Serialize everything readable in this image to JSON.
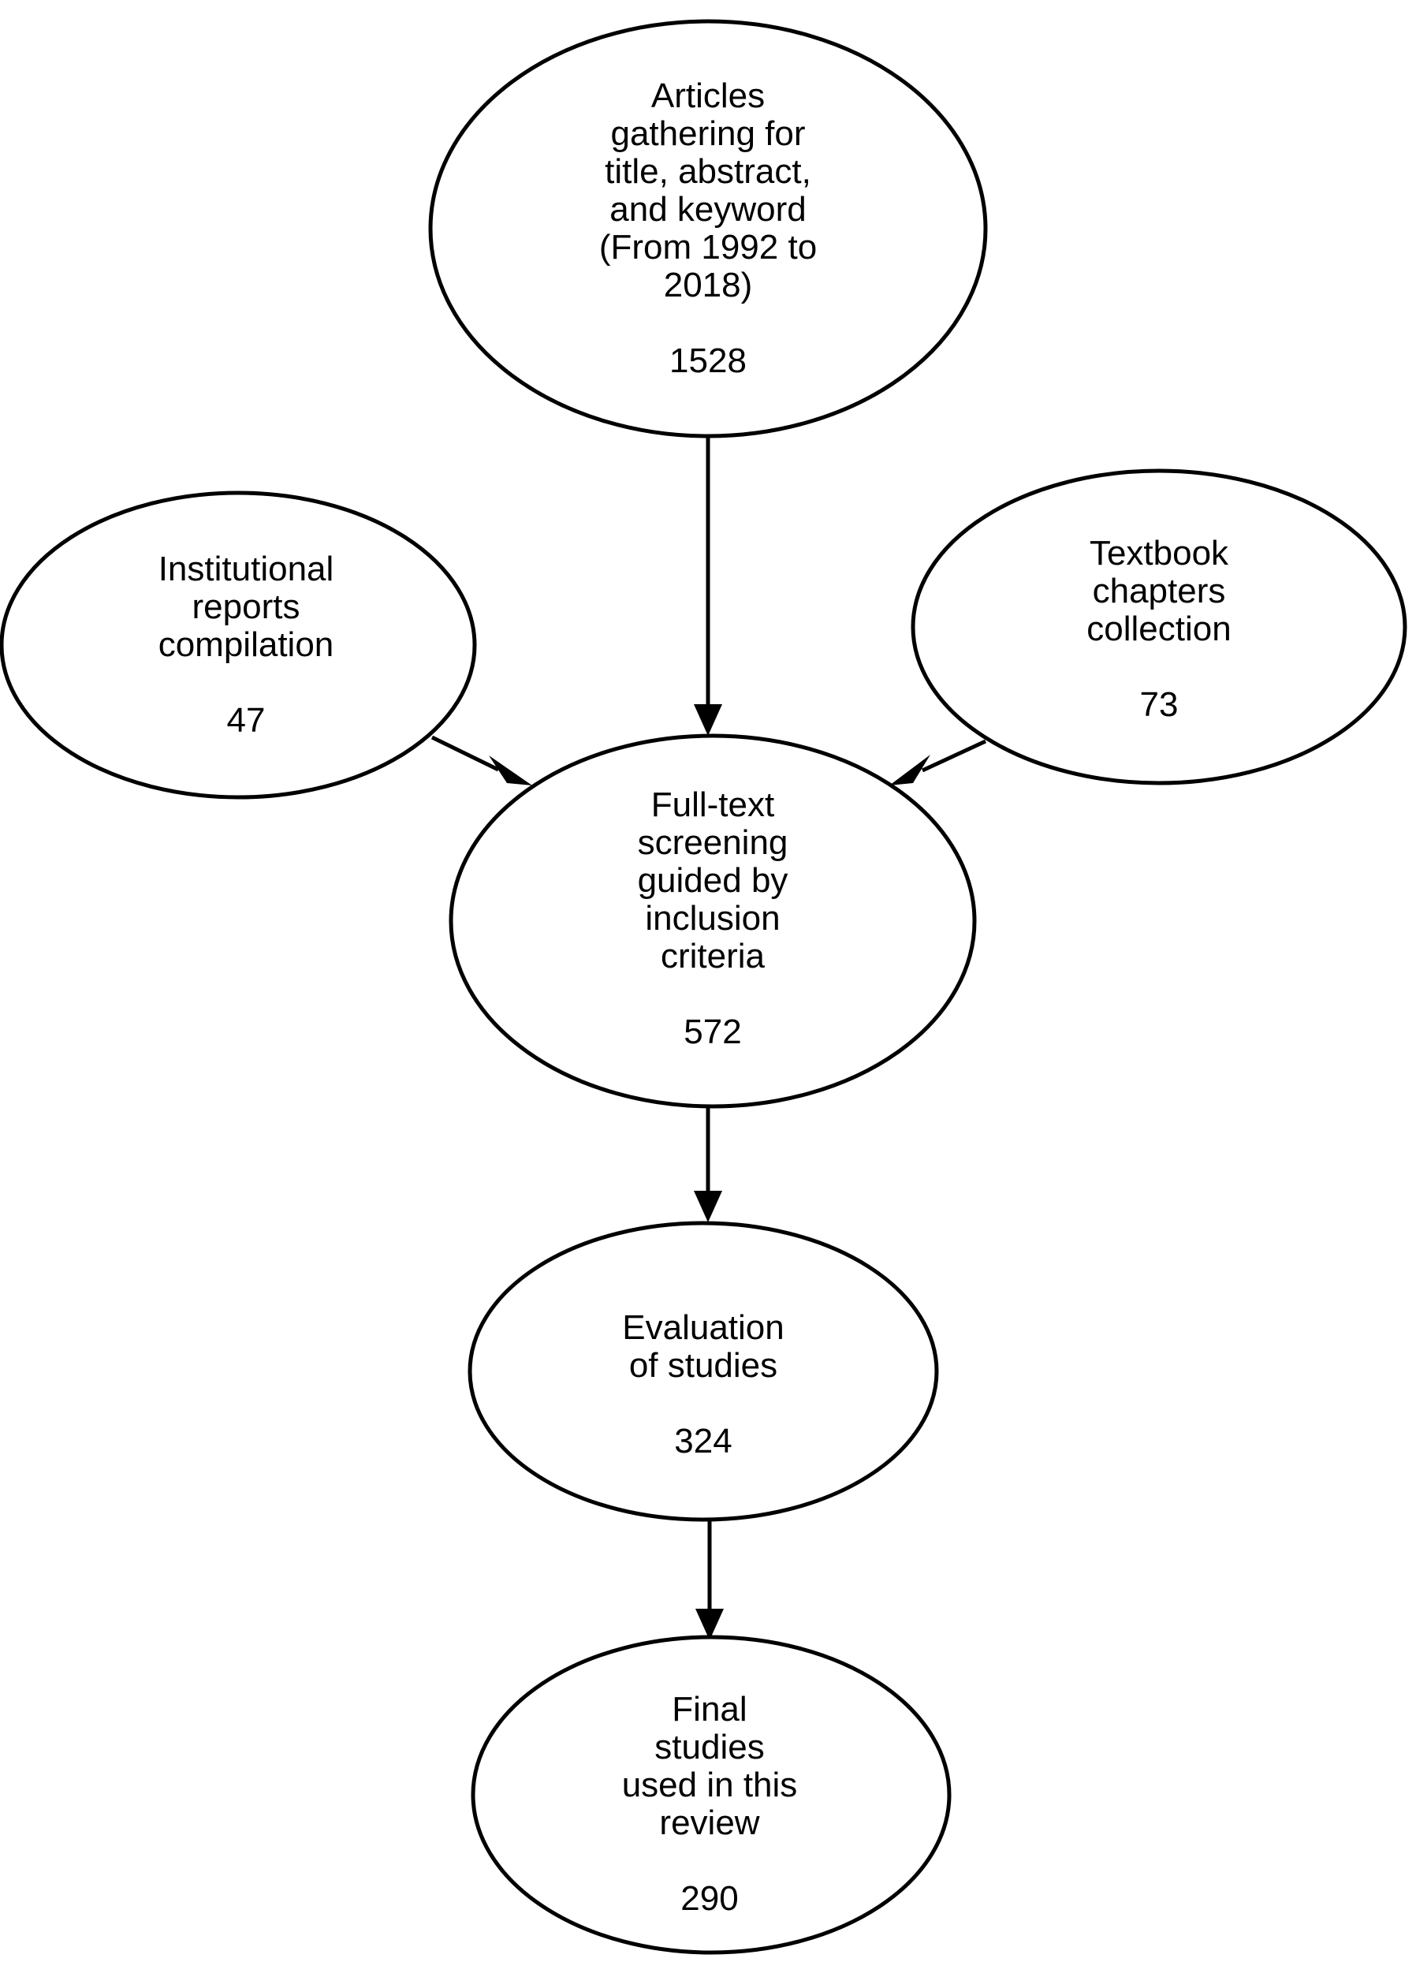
{
  "nodes": {
    "articles": {
      "label": "Articles\ngathering for\ntitle, abstract,\nand keyword\n(From 1992 to\n2018)",
      "count": "1528"
    },
    "reports": {
      "label": "Institutional\nreports\ncompilation",
      "count": "47"
    },
    "textbook": {
      "label": "Textbook\nchapters\ncollection",
      "count": "73"
    },
    "screening": {
      "label": "Full-text\nscreening\nguided by\ninclusion\ncriteria",
      "count": "572"
    },
    "evaluation": {
      "label": "Evaluation\nof studies",
      "count": "324"
    },
    "final": {
      "label": "Final\nstudies\nused in this\nreview",
      "count": "290"
    }
  },
  "edges": [
    {
      "from": "articles",
      "to": "screening"
    },
    {
      "from": "reports",
      "to": "screening"
    },
    {
      "from": "textbook",
      "to": "screening"
    },
    {
      "from": "screening",
      "to": "evaluation"
    },
    {
      "from": "evaluation",
      "to": "final"
    }
  ]
}
